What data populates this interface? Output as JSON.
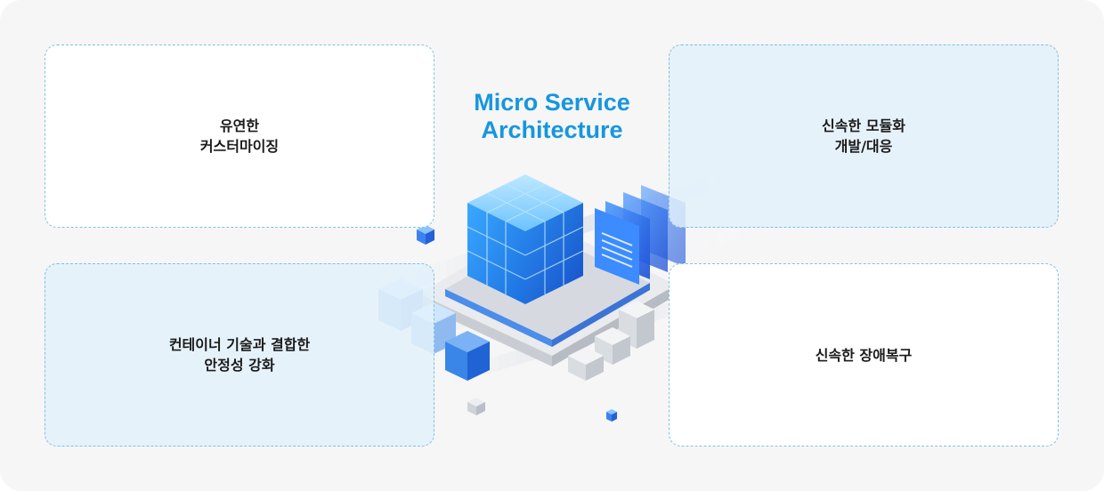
{
  "title": "Micro Service\nArchitecture",
  "cards": {
    "top_left": "유연한\n커스터마이징",
    "bottom_left": "컨테이너 기술과 결합한\n안정성 강화",
    "top_right": "신속한 모듈화\n개발/대응",
    "bottom_right": "신속한 장애복구"
  },
  "colors": {
    "title": "#1796dd",
    "card_border": "#7fc0e6",
    "card_blue": "#e2f0fa",
    "cube": "#2f8cf5"
  },
  "icons": {
    "center": "microservice-cube-chip-illustration"
  }
}
